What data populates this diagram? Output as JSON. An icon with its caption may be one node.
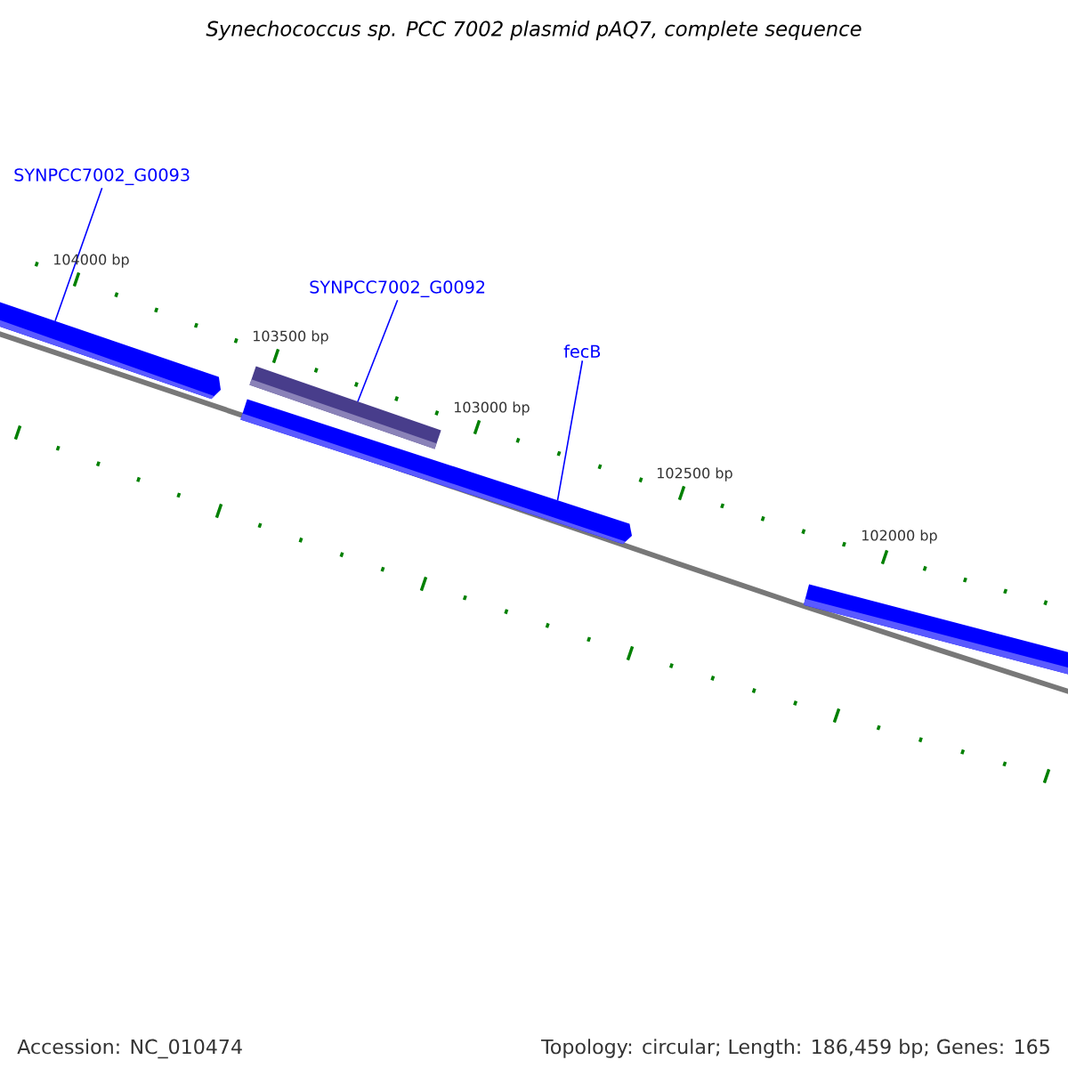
{
  "diagram": {
    "title": "Synechococcus sp. PCC 7002 plasmid pAQ7, complete sequence",
    "nodes": [
      {
        "text": [
          "SYNPCC7002_G0093"
        ]
      },
      {
        "text": [],
        "shape": "bar"
      },
      {
        "text": [
          "SYNPCC7002_G0092"
        ]
      },
      {
        "text": [],
        "shape": "bar"
      },
      {
        "text": [
          "fecB"
        ]
      },
      {
        "text": [],
        "shape": "bar"
      },
      {
        "text": [],
        "shape": "bar"
      }
    ],
    "edges": [
      {
        "from": 0,
        "to": 1,
        "arrow": "none"
      },
      {
        "from": 2,
        "to": 3,
        "arrow": "none"
      },
      {
        "from": 4,
        "to": 5,
        "arrow": "none"
      }
    ],
    "labels": [
      "104000 bp",
      "103500 bp",
      "103000 bp",
      "102500 bp",
      "102000 bp",
      "Accession: NC_010474",
      "Topology: circular; Length: 186,459 bp; Genes: 165"
    ]
  }
}
